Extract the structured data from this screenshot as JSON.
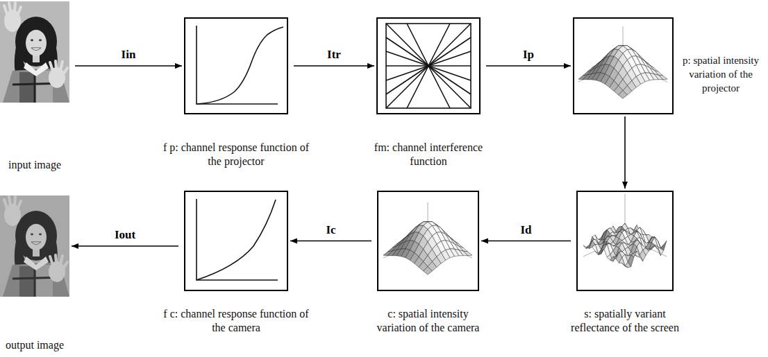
{
  "diagram": {
    "nodes": [
      {
        "text": [
          "input image"
        ]
      },
      {
        "text": [
          "f p: channel response function of the projector"
        ]
      },
      {
        "text": [
          "fm: channel interference function"
        ]
      },
      {
        "text": [
          "p: spatial intensity variation of the projector"
        ]
      },
      {
        "text": [
          "output image"
        ]
      },
      {
        "text": [
          "f c: channel response function of the camera"
        ]
      },
      {
        "text": [
          "c: spatial intensity variation of the camera"
        ]
      },
      {
        "text": [
          "s: spatially variant reflectance of the screen"
        ]
      }
    ],
    "edges": [
      {
        "from": 0,
        "to": 1,
        "arrow": "to",
        "label": "Iin"
      },
      {
        "from": 1,
        "to": 2,
        "arrow": "to",
        "label": "Itr"
      },
      {
        "from": 2,
        "to": 3,
        "arrow": "to",
        "label": "Ip"
      },
      {
        "from": 3,
        "to": 7,
        "arrow": "to"
      },
      {
        "from": 7,
        "to": 6,
        "arrow": "to",
        "label": "Id"
      },
      {
        "from": 6,
        "to": 5,
        "arrow": "to",
        "label": "Ic"
      },
      {
        "from": 5,
        "to": 4,
        "arrow": "to",
        "label": "Iout"
      }
    ]
  }
}
